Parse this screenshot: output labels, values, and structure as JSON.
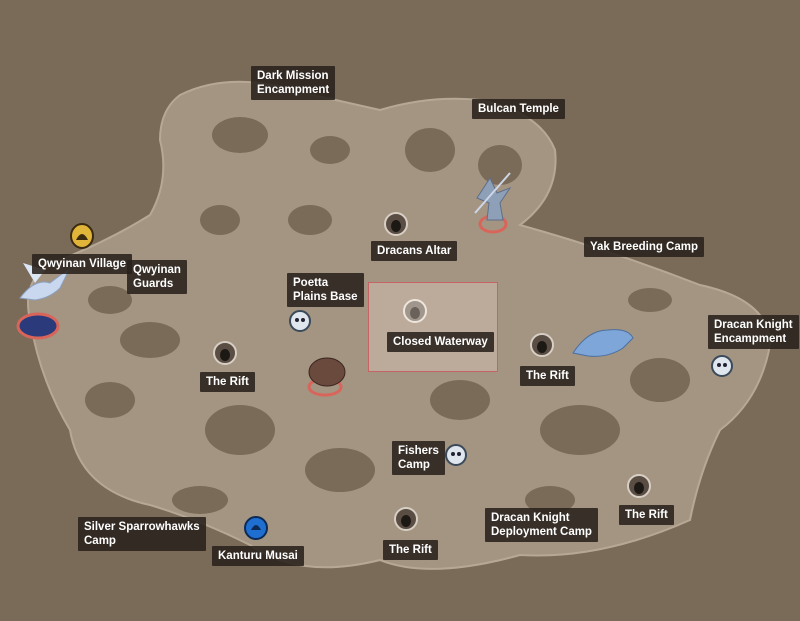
{
  "map": {
    "labels": {
      "dark_mission": "Dark Mission\nEncampment",
      "bulcan_temple": "Bulcan Temple",
      "qwyinan_village": "Qwyinan Village",
      "qwyinan_guards": "Qwyinan\nGuards",
      "dracans_altar": "Dracans Altar",
      "yak_breeding": "Yak Breeding Camp",
      "poetta": "Poetta\nPlains Base",
      "closed_waterway": "Closed Waterway",
      "dracan_knight_enc": "Dracan Knight\nEncampment",
      "rift_west": "The Rift",
      "rift_center": "The Rift",
      "fishers": "Fishers\nCamp",
      "silver_sparrow": "Silver Sparrowhawks\nCamp",
      "kanturu": "Kanturu Musai",
      "rift_south": "The Rift",
      "dracan_deploy": "Dracan Knight\nDeployment Camp",
      "rift_east": "The Rift"
    },
    "icons": {
      "cave": "cave-icon",
      "skull": "skull-camp-icon",
      "village": "gold-village-icon",
      "musai": "blue-musai-icon",
      "dragon": "dragon-boss-icon",
      "warrior": "warrior-boss-icon",
      "beast": "beast-boss-icon"
    },
    "colors": {
      "background": "#7a6a58",
      "land": "#a49482",
      "highlight_border": "#c46464",
      "portal_red": "#d9655a",
      "musai_blue": "#1f6fd1",
      "village_gold": "#e0b53a"
    }
  }
}
